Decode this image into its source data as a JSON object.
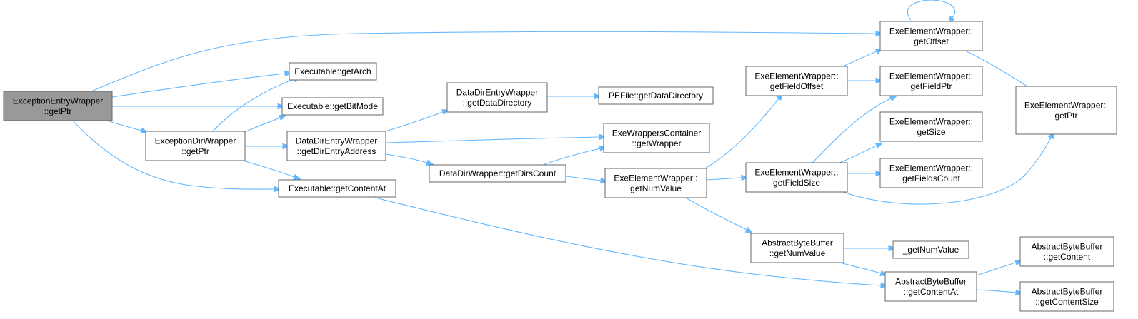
{
  "diagram": {
    "type": "call-graph",
    "colors": {
      "edge": "#63b8ff",
      "node_border": "#666666",
      "node_fill": "#ffffff",
      "root_fill": "#999999",
      "text": "#000000"
    },
    "nodes": [
      {
        "id": "root",
        "lines": [
          "ExceptionEntryWrapper",
          "::getPtr"
        ],
        "root": true
      },
      {
        "id": "getArch",
        "lines": [
          "Executable::getArch"
        ]
      },
      {
        "id": "getBitMode",
        "lines": [
          "Executable::getBitMode"
        ]
      },
      {
        "id": "excDirGetPtr",
        "lines": [
          "ExceptionDirWrapper",
          "::getPtr"
        ]
      },
      {
        "id": "getDirEntryAddress",
        "lines": [
          "DataDirEntryWrapper",
          "::getDirEntryAddress"
        ]
      },
      {
        "id": "getContentAt",
        "lines": [
          "Executable::getContentAt"
        ]
      },
      {
        "id": "getDataDirectoryW",
        "lines": [
          "DataDirEntryWrapper",
          "::getDataDirectory"
        ]
      },
      {
        "id": "peGetDataDirectory",
        "lines": [
          "PEFile::getDataDirectory"
        ]
      },
      {
        "id": "getDirsCount",
        "lines": [
          "DataDirWrapper::getDirsCount"
        ]
      },
      {
        "id": "getWrapper",
        "lines": [
          "ExeWrappersContainer",
          "::getWrapper"
        ]
      },
      {
        "id": "eewGetNumValue",
        "lines": [
          "ExeElementWrapper::",
          "getNumValue"
        ]
      },
      {
        "id": "getFieldOffset",
        "lines": [
          "ExeElementWrapper::",
          "getFieldOffset"
        ]
      },
      {
        "id": "getFieldSize",
        "lines": [
          "ExeElementWrapper::",
          "getFieldSize"
        ]
      },
      {
        "id": "abbGetNumValue",
        "lines": [
          "AbstractByteBuffer",
          "::getNumValue"
        ]
      },
      {
        "id": "getOffset",
        "lines": [
          "ExeElementWrapper::",
          "getOffset"
        ]
      },
      {
        "id": "getFieldPtr",
        "lines": [
          "ExeElementWrapper::",
          "getFieldPtr"
        ]
      },
      {
        "id": "getSize",
        "lines": [
          "ExeElementWrapper::",
          "getSize"
        ]
      },
      {
        "id": "getFieldsCount",
        "lines": [
          "ExeElementWrapper::",
          "getFieldsCount"
        ]
      },
      {
        "id": "underscoreGetNumValue",
        "lines": [
          "_getNumValue"
        ]
      },
      {
        "id": "abbGetContentAt",
        "lines": [
          "AbstractByteBuffer",
          "::getContentAt"
        ]
      },
      {
        "id": "eewGetPtr",
        "lines": [
          "ExeElementWrapper::",
          "getPtr"
        ]
      },
      {
        "id": "abbGetContent",
        "lines": [
          "AbstractByteBuffer",
          "::getContent"
        ]
      },
      {
        "id": "abbGetContentSize",
        "lines": [
          "AbstractByteBuffer",
          "::getContentSize"
        ]
      }
    ],
    "edges": [
      [
        "root",
        "getOffset"
      ],
      [
        "root",
        "getArch"
      ],
      [
        "root",
        "getBitMode"
      ],
      [
        "root",
        "excDirGetPtr"
      ],
      [
        "root",
        "getContentAt"
      ],
      [
        "excDirGetPtr",
        "getArch"
      ],
      [
        "excDirGetPtr",
        "getBitMode"
      ],
      [
        "excDirGetPtr",
        "getDirEntryAddress"
      ],
      [
        "excDirGetPtr",
        "getContentAt"
      ],
      [
        "getDirEntryAddress",
        "getDataDirectoryW"
      ],
      [
        "getDirEntryAddress",
        "getWrapper"
      ],
      [
        "getDirEntryAddress",
        "getDirsCount"
      ],
      [
        "getDataDirectoryW",
        "peGetDataDirectory"
      ],
      [
        "getDirsCount",
        "getWrapper"
      ],
      [
        "getDirsCount",
        "eewGetNumValue"
      ],
      [
        "getContentAt",
        "abbGetContentAt"
      ],
      [
        "eewGetNumValue",
        "getFieldOffset"
      ],
      [
        "eewGetNumValue",
        "getFieldSize"
      ],
      [
        "eewGetNumValue",
        "abbGetNumValue"
      ],
      [
        "getFieldOffset",
        "getOffset"
      ],
      [
        "getFieldOffset",
        "getFieldPtr"
      ],
      [
        "getFieldSize",
        "getFieldPtr"
      ],
      [
        "getFieldSize",
        "getSize"
      ],
      [
        "getFieldSize",
        "getFieldsCount"
      ],
      [
        "getFieldSize",
        "eewGetPtr"
      ],
      [
        "getOffset",
        "getOffset"
      ],
      [
        "getOffset",
        "eewGetPtr"
      ],
      [
        "abbGetNumValue",
        "underscoreGetNumValue"
      ],
      [
        "abbGetNumValue",
        "abbGetContentAt"
      ],
      [
        "abbGetContentAt",
        "abbGetContent"
      ],
      [
        "abbGetContentAt",
        "abbGetContentSize"
      ]
    ]
  }
}
